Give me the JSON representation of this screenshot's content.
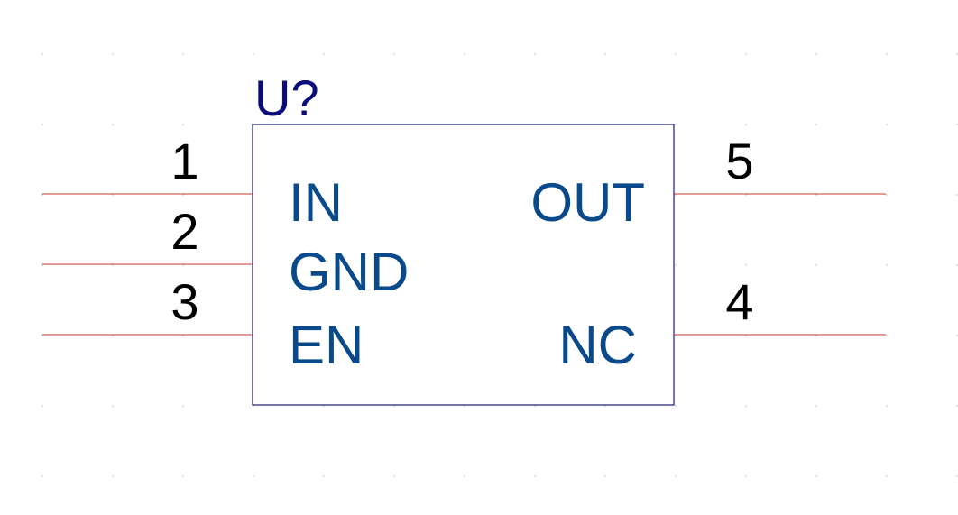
{
  "component": {
    "reference": "U?",
    "colors": {
      "body_outline": "#1a1a6e",
      "pin_line": "#c0392b",
      "pin_name": "#0b4a8a",
      "reference": "#0b0b7a",
      "pin_number": "#000000",
      "grid": "#c8c8c8"
    },
    "pins_left": [
      {
        "number": "1",
        "name": "IN"
      },
      {
        "number": "2",
        "name": "GND"
      },
      {
        "number": "3",
        "name": "EN"
      }
    ],
    "pins_right": [
      {
        "number": "5",
        "name": "OUT"
      },
      {
        "number": "4",
        "name": "NC"
      }
    ]
  }
}
